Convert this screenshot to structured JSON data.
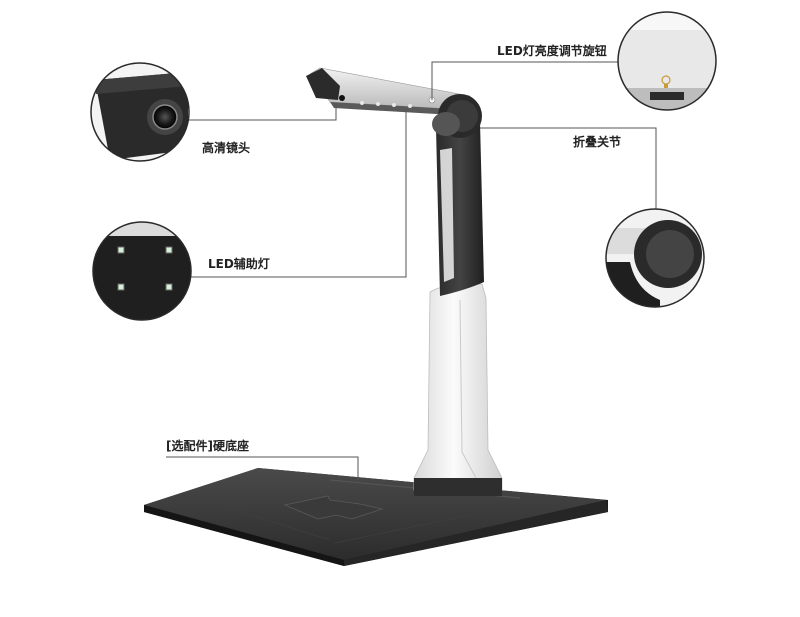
{
  "callouts": {
    "brightness_knob": "LED灯亮度调节旋钮",
    "hd_lens": "高清镜头",
    "fold_joint": "折叠关节",
    "led_aux_light": "LED辅助灯",
    "hard_base": "[选配件]硬底座"
  }
}
